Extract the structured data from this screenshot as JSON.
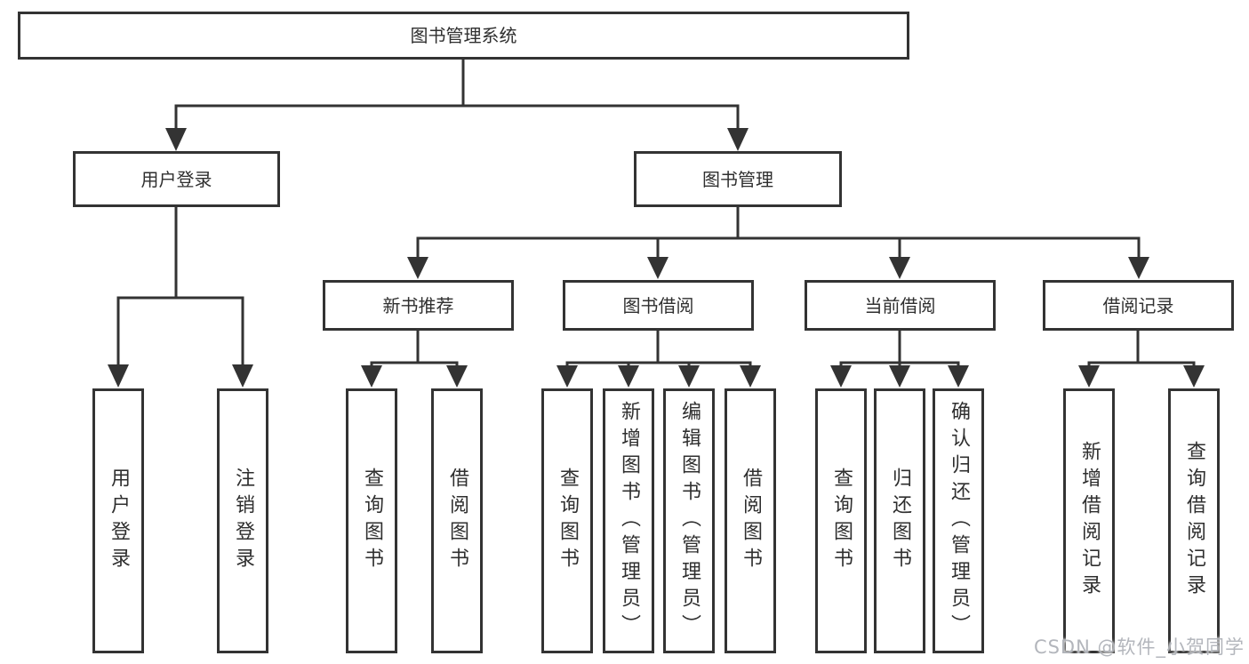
{
  "diagram": {
    "root_label": "图书管理系统",
    "branches": [
      {
        "label": "用户登录",
        "children": [
          "用户登录",
          "注销登录"
        ]
      },
      {
        "label": "图书管理",
        "groups": [
          {
            "label": "新书推荐",
            "items": [
              "查询图书",
              "借阅图书"
            ]
          },
          {
            "label": "图书借阅",
            "items": [
              "查询图书",
              "新增图书（管理员）",
              "编辑图书（管理员）",
              "借阅图书"
            ]
          },
          {
            "label": "当前借阅",
            "items": [
              "查询图书",
              "归还图书",
              "确认归还（管理员）"
            ]
          },
          {
            "label": "借阅记录",
            "items": [
              "新增借阅记录",
              "查询借阅记录"
            ]
          }
        ]
      }
    ]
  },
  "watermark": {
    "text": "CSDN @软件_小贺同学"
  },
  "colors": {
    "line": "#333333",
    "text": "#2f2f2f",
    "watermark": "#acb0b6",
    "background": "#ffffff"
  }
}
